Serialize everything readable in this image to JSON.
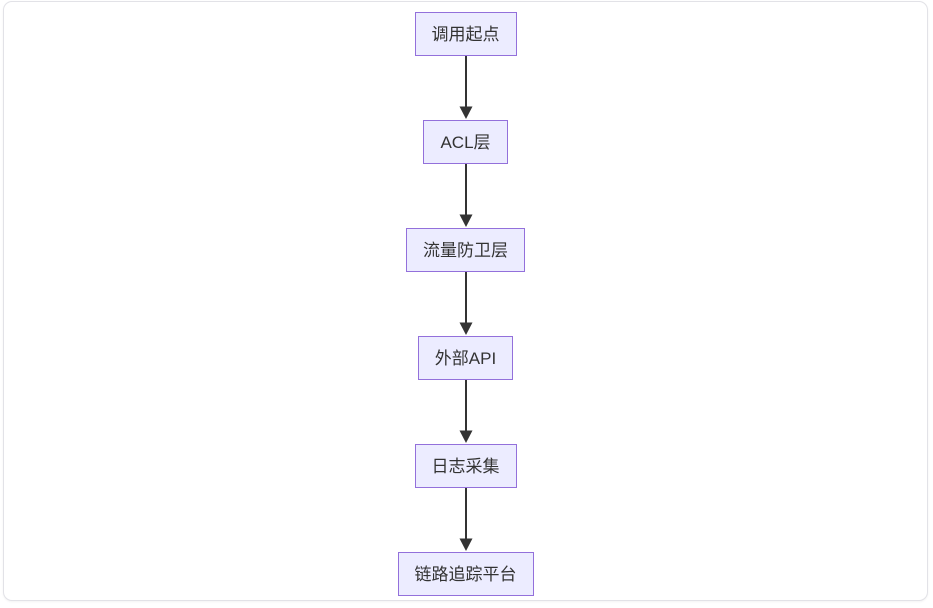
{
  "diagram": {
    "type": "flowchart",
    "direction": "top-down",
    "colors": {
      "node_fill": "#ECECFF",
      "node_border": "#9370DB",
      "node_text": "#333333",
      "arrow": "#333333",
      "canvas_border": "#e2e2e7",
      "canvas_background": "#ffffff"
    },
    "nodes": [
      {
        "id": "call-origin",
        "label": "调用起点"
      },
      {
        "id": "acl-layer",
        "label": "ACL层"
      },
      {
        "id": "traffic-guard",
        "label": "流量防卫层"
      },
      {
        "id": "external-api",
        "label": "外部API"
      },
      {
        "id": "log-collection",
        "label": "日志采集"
      },
      {
        "id": "trace-platform",
        "label": "链路追踪平台"
      }
    ],
    "edges": [
      {
        "from": "调用起点",
        "to": "ACL层"
      },
      {
        "from": "ACL层",
        "to": "流量防卫层"
      },
      {
        "from": "流量防卫层",
        "to": "外部API"
      },
      {
        "from": "外部API",
        "to": "日志采集"
      },
      {
        "from": "日志采集",
        "to": "链路追踪平台"
      }
    ]
  }
}
